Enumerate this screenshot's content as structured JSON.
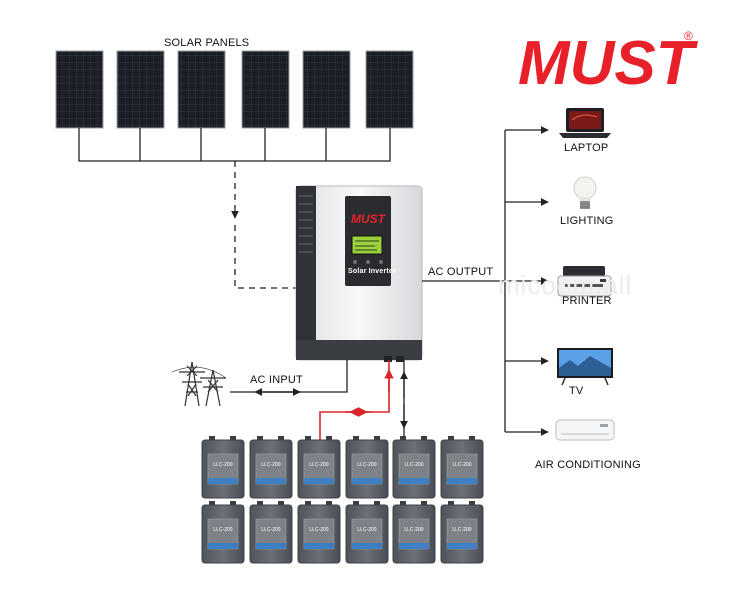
{
  "brand": {
    "name": "MUST",
    "registered_mark": "®",
    "color": "#e8202a"
  },
  "labels": {
    "solar_panels": "SOLAR PANELS",
    "ac_output": "AC OUTPUT",
    "ac_input": "AC INPUT",
    "inverter_name": "Solar Inverter"
  },
  "loads": [
    {
      "label": "LAPTOP",
      "icon": "laptop-icon"
    },
    {
      "label": "LIGHTING",
      "icon": "light-bulb-icon"
    },
    {
      "label": "PRINTER",
      "icon": "printer-icon"
    },
    {
      "label": "TV",
      "icon": "tv-icon"
    },
    {
      "label": "AIR CONDITIONING",
      "icon": "air-conditioner-icon"
    }
  ],
  "battery_label": "LLC-200",
  "watermark": "micoom.all",
  "colors": {
    "line": "#222222",
    "battery_link": "#d9262c",
    "panel": "#1a1d22",
    "battery": "#5d6168",
    "inverter_body": "#f2f3f5"
  }
}
